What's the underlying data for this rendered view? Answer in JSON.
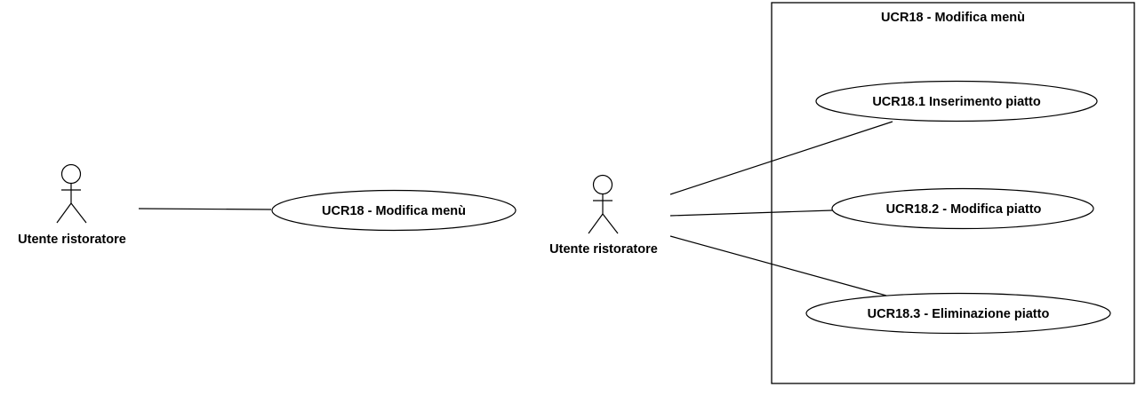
{
  "system": {
    "title": "UCR18 - Modifica menù"
  },
  "actors": {
    "left": {
      "label": "Utente ristoratore"
    },
    "center": {
      "label": "Utente ristoratore"
    }
  },
  "use_cases": {
    "main": {
      "label": "UCR18 - Modifica menù"
    },
    "insert": {
      "label": "UCR18.1 Inserimento piatto"
    },
    "edit": {
      "label": "UCR18.2 - Modifica piatto"
    },
    "delete": {
      "label": "UCR18.3 - Eliminazione piatto"
    }
  },
  "colors": {
    "stroke": "#000000",
    "fill": "#ffffff"
  }
}
